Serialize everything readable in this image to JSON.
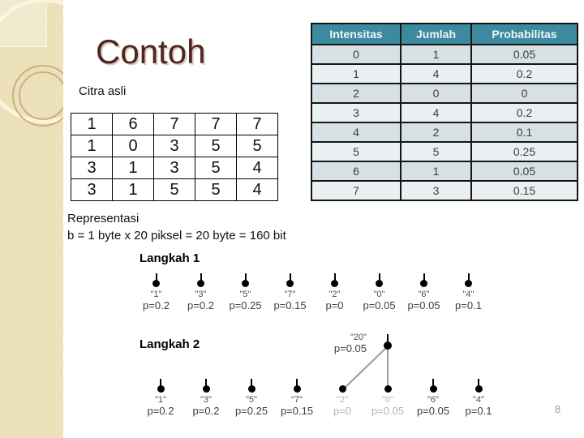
{
  "slide": {
    "title": "Contoh",
    "page_number": "8",
    "citra_asli_label": "Citra asli",
    "representasi_line1": "Representasi",
    "representasi_line2": "b = 1 byte x 20 piksel = 20 byte = 160 bit"
  },
  "pixel_grid": {
    "rows": [
      [
        "1",
        "6",
        "7",
        "7",
        "7"
      ],
      [
        "1",
        "0",
        "3",
        "5",
        "5"
      ],
      [
        "3",
        "1",
        "3",
        "5",
        "4"
      ],
      [
        "3",
        "1",
        "5",
        "5",
        "4"
      ]
    ]
  },
  "frequency_table": {
    "headers": [
      "Intensitas",
      "Jumlah",
      "Probabilitas"
    ],
    "rows": [
      [
        "0",
        "1",
        "0.05"
      ],
      [
        "1",
        "4",
        "0.2"
      ],
      [
        "2",
        "0",
        "0"
      ],
      [
        "3",
        "4",
        "0.2"
      ],
      [
        "4",
        "2",
        "0.1"
      ],
      [
        "5",
        "5",
        "0.25"
      ],
      [
        "6",
        "1",
        "0.05"
      ],
      [
        "7",
        "3",
        "0.15"
      ]
    ]
  },
  "langkah1": {
    "heading": "Langkah 1",
    "nodes": [
      {
        "label": "\"1\"",
        "p": "p=0.2"
      },
      {
        "label": "\"3\"",
        "p": "p=0.2"
      },
      {
        "label": "\"5\"",
        "p": "p=0.25"
      },
      {
        "label": "\"7\"",
        "p": "p=0.15"
      },
      {
        "label": "\"2\"",
        "p": "p=0"
      },
      {
        "label": "\"0\"",
        "p": "p=0.05"
      },
      {
        "label": "\"6\"",
        "p": "p=0.05"
      },
      {
        "label": "\"4\"",
        "p": "p=0.1"
      }
    ]
  },
  "langkah2": {
    "heading": "Langkah 2",
    "nodes": [
      {
        "label": "\"1\"",
        "p": "p=0.2",
        "merged": false
      },
      {
        "label": "\"3\"",
        "p": "p=0.2",
        "merged": false
      },
      {
        "label": "\"5\"",
        "p": "p=0.25",
        "merged": false
      },
      {
        "label": "\"7\"",
        "p": "p=0.15",
        "merged": false
      },
      {
        "label": "\"2\"",
        "p": "p=0",
        "merged": true
      },
      {
        "label": "\"0\"",
        "p": "p=0.05",
        "merged": true
      },
      {
        "label": "\"6\"",
        "p": "p=0.05",
        "merged": false
      },
      {
        "label": "\"4\"",
        "p": "p=0.1",
        "merged": false
      }
    ],
    "parent_node": {
      "label": "\"20\"",
      "p": "p=0.05"
    }
  },
  "colors": {
    "header_bg": "#3d8aa0",
    "row_dark": "#d7e1e5",
    "row_light": "#eaeff1",
    "title_text": "#4e261d",
    "sidebar_bg": "#eaddb2",
    "merged_text": "#b3b3b3",
    "edge_line": "#9c9c9c"
  }
}
